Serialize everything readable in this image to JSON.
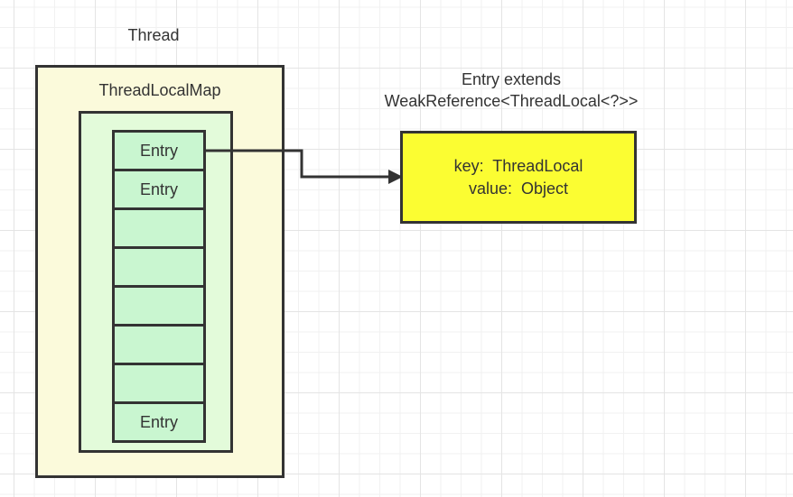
{
  "diagram": {
    "thread_label": "Thread",
    "map": {
      "title": "ThreadLocalMap",
      "cells": [
        "Entry",
        "Entry",
        "",
        "",
        "",
        "",
        "",
        "Entry"
      ]
    },
    "entry_note": {
      "line1": "Entry extends",
      "line2": "WeakReference<ThreadLocal<?>>"
    },
    "entry_box": {
      "line1": "key:  ThreadLocal",
      "line2": "value:  Object"
    },
    "arrow": {
      "from": "first-entry-cell",
      "to": "entry-detail-box"
    },
    "colors": {
      "outer_box_fill": "#fbfadb",
      "container_fill": "#e3fbda",
      "cell_fill": "#c9f6d0",
      "entry_box_fill": "#fbfd32",
      "border": "#333333",
      "text": "#333333",
      "grid_minor": "#f1f1f1",
      "grid_major": "#e4e4e4"
    }
  }
}
